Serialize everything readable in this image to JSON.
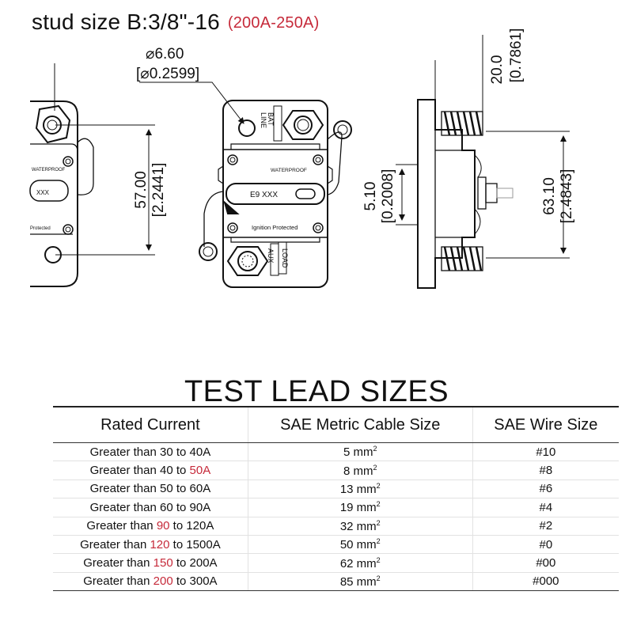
{
  "heading": {
    "prefix": "stud size",
    "stud": "B:3/8\"-16",
    "range": "(200A-250A)"
  },
  "diagram": {
    "hole_mm": "⌀6.60",
    "hole_in": "[⌀0.2599]",
    "height_mm": "57.00",
    "height_in": "[2.2441]",
    "thick_mm": "5.10",
    "thick_in": "[0.2008]",
    "total_mm": "63.10",
    "total_in": "[2.4843]",
    "stud_mm": "20.0",
    "stud_in": "[0.7861]",
    "bat_label": "BAT",
    "line_label": "LINE",
    "aux_label": "AUX",
    "load_label": "LOAD",
    "waterproof_left": "WATERPROOF",
    "waterproof_right": "WATERPROOF",
    "model_left": "XXX",
    "model_right": "E9 XXX",
    "ignition_left": "Protected",
    "ignition_right": "Ignition Protected"
  },
  "table": {
    "title": "TEST LEAD SIZES",
    "headers": [
      "Rated Current",
      "SAE Metric Cable Size",
      "SAE Wire Size"
    ],
    "rows": [
      {
        "pre": "Greater than 30 to 40A",
        "red": "",
        "post": "",
        "metric": "5 mm",
        "sup": "2",
        "awg": "#10"
      },
      {
        "pre": "Greater than 40 to ",
        "red": "50A",
        "post": "",
        "metric": "8 mm",
        "sup": "2",
        "awg": "#8"
      },
      {
        "pre": "Greater than 50 to 60A",
        "red": "",
        "post": "",
        "metric": "13 mm",
        "sup": "2",
        "awg": "#6"
      },
      {
        "pre": "Greater than 60 to 90A",
        "red": "",
        "post": "",
        "metric": "19 mm",
        "sup": "2",
        "awg": "#4"
      },
      {
        "pre": "Greater than ",
        "red": "90",
        "post": " to 120A",
        "metric": "32 mm",
        "sup": "2",
        "awg": "#2"
      },
      {
        "pre": "Greater than ",
        "red": "120",
        "post": " to 1500A",
        "metric": "50 mm",
        "sup": "2",
        "awg": "#0"
      },
      {
        "pre": "Greater than ",
        "red": "150",
        "post": " to 200A",
        "metric": "62 mm",
        "sup": "2",
        "awg": "#00"
      },
      {
        "pre": "Greater than ",
        "red": "200",
        "post": " to 300A",
        "metric": "85 mm",
        "sup": "2",
        "awg": "#000"
      }
    ]
  },
  "colors": {
    "accent_red": "#c62a3a",
    "line": "#111111"
  }
}
